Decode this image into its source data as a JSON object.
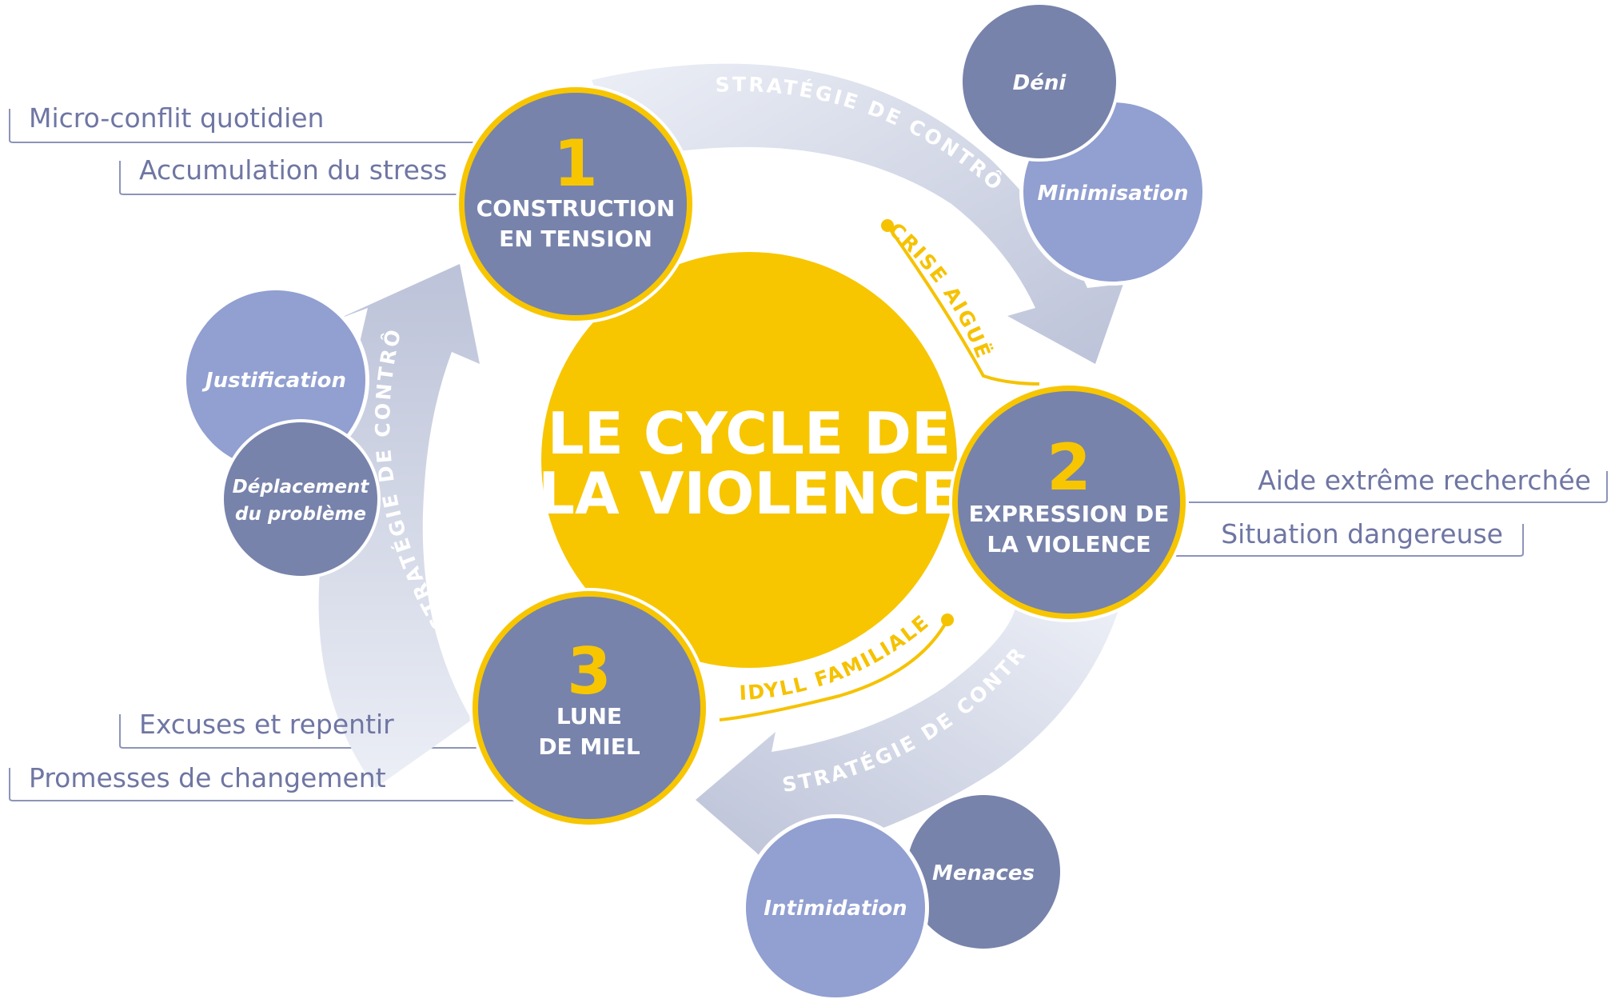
{
  "center_title": {
    "line1": "LE CYCLE DE",
    "line2": "LA VIOLENCE"
  },
  "phases": [
    {
      "number": "1",
      "line1": "CONSTRUCTION",
      "line2": "EN TENSION"
    },
    {
      "number": "2",
      "line1": "EXPRESSION DE",
      "line2": "LA VIOLENCE"
    },
    {
      "number": "3",
      "line1": "LUNE",
      "line2": "DE MIEL"
    }
  ],
  "transitions": {
    "crise": "CRISE AIGUË",
    "idyll": "IDYLL FAMILIALE"
  },
  "control_label": "STRATÉGIE DE CONTRÔLE",
  "strategies": {
    "deni": "Déni",
    "minimisation": "Minimisation",
    "justification": "Justification",
    "deplacement_line1": "Déplacement",
    "deplacement_line2": "du problème",
    "menaces": "Menaces",
    "intimidation": "Intimidation"
  },
  "side_labels": {
    "phase1": [
      "Micro-conflit quotidien",
      "Accumulation du stress"
    ],
    "phase2": [
      "Aide extrême recherchée",
      "Situation dangereuse"
    ],
    "phase3": [
      "Excuses et repentir",
      "Promesses de changement"
    ]
  },
  "colors": {
    "yellow": "#f7c600",
    "phase_fill": "#7783ab",
    "circle_dark": "#7783ab",
    "circle_light": "#919fd1",
    "arrow": "#c8cde0",
    "text_muted": "#6f76a3"
  }
}
